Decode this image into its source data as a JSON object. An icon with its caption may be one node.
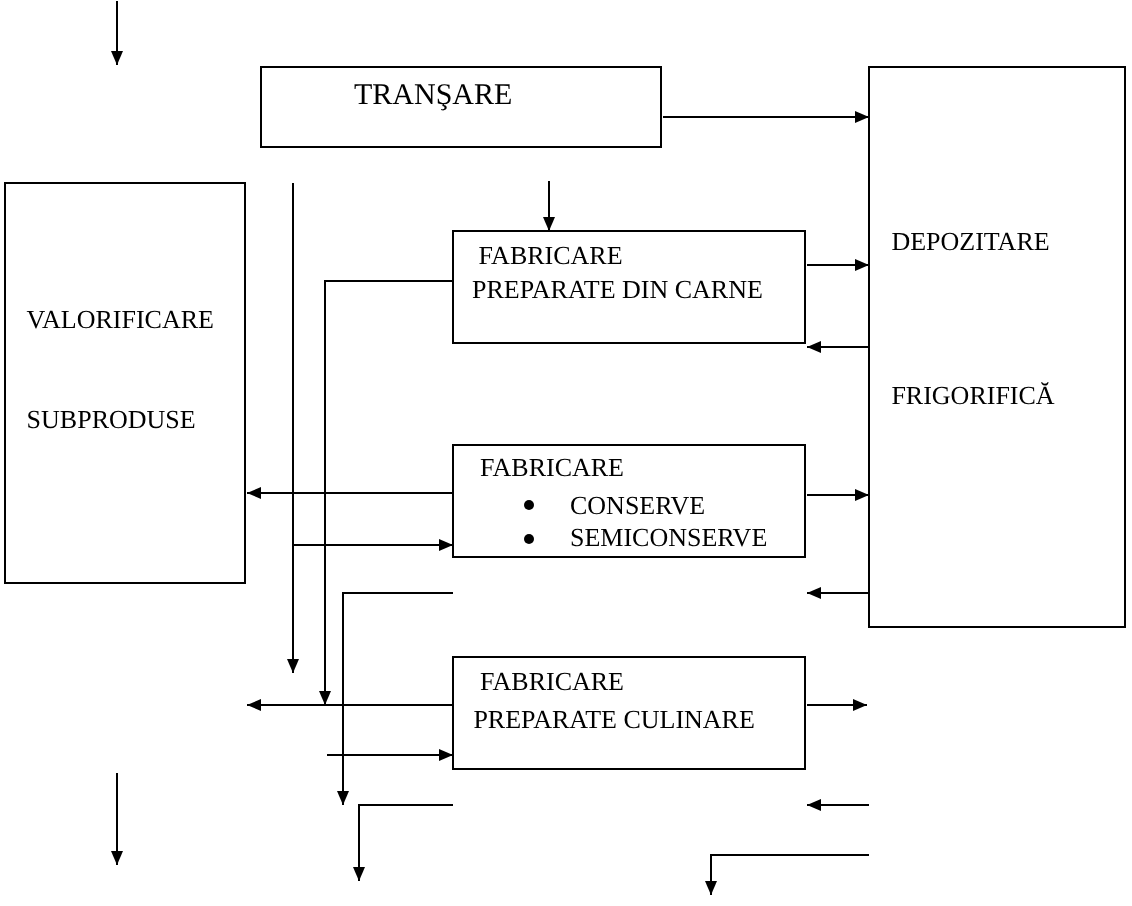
{
  "diagram": {
    "nodes": [
      {
        "text": [
          "TRANŞARE"
        ]
      },
      {
        "text": [
          "DEPOZITARE",
          "FRIGORIFICĂ"
        ]
      },
      {
        "text": [
          "VALORIFICARE",
          "SUBPRODUSE"
        ]
      },
      {
        "text": [
          "FABRICARE",
          "PREPARATE DIN CARNE"
        ]
      },
      {
        "text": [
          "FABRICARE",
          "CONSERVE",
          "SEMICONSERVE"
        ]
      },
      {
        "text": [
          "FABRICARE",
          "PREPARATE CULINARE"
        ]
      }
    ],
    "edges": [
      {
        "from": 0,
        "to": 1,
        "arrow": "to"
      },
      {
        "from": null,
        "to": 3,
        "arrow": "to"
      },
      {
        "from": 3,
        "to": 1,
        "arrow": "to"
      },
      {
        "from": 1,
        "to": 3,
        "arrow": "to"
      },
      {
        "from": 3,
        "to": null,
        "arrow": "to"
      },
      {
        "from": null,
        "to": 4,
        "arrow": "to"
      },
      {
        "from": 4,
        "to": 2,
        "arrow": "to"
      },
      {
        "from": 4,
        "to": 1,
        "arrow": "to"
      },
      {
        "from": 1,
        "to": 4,
        "arrow": "to"
      },
      {
        "from": 5,
        "to": null,
        "arrow": "to"
      },
      {
        "from": 5,
        "to": null,
        "arrow": "to"
      },
      {
        "from": null,
        "to": 5,
        "arrow": "to"
      },
      {
        "from": null,
        "to": 5,
        "arrow": "to"
      },
      {
        "from": 4,
        "to": null,
        "arrow": "to"
      },
      {
        "from": 5,
        "to": null,
        "arrow": "to"
      }
    ]
  }
}
